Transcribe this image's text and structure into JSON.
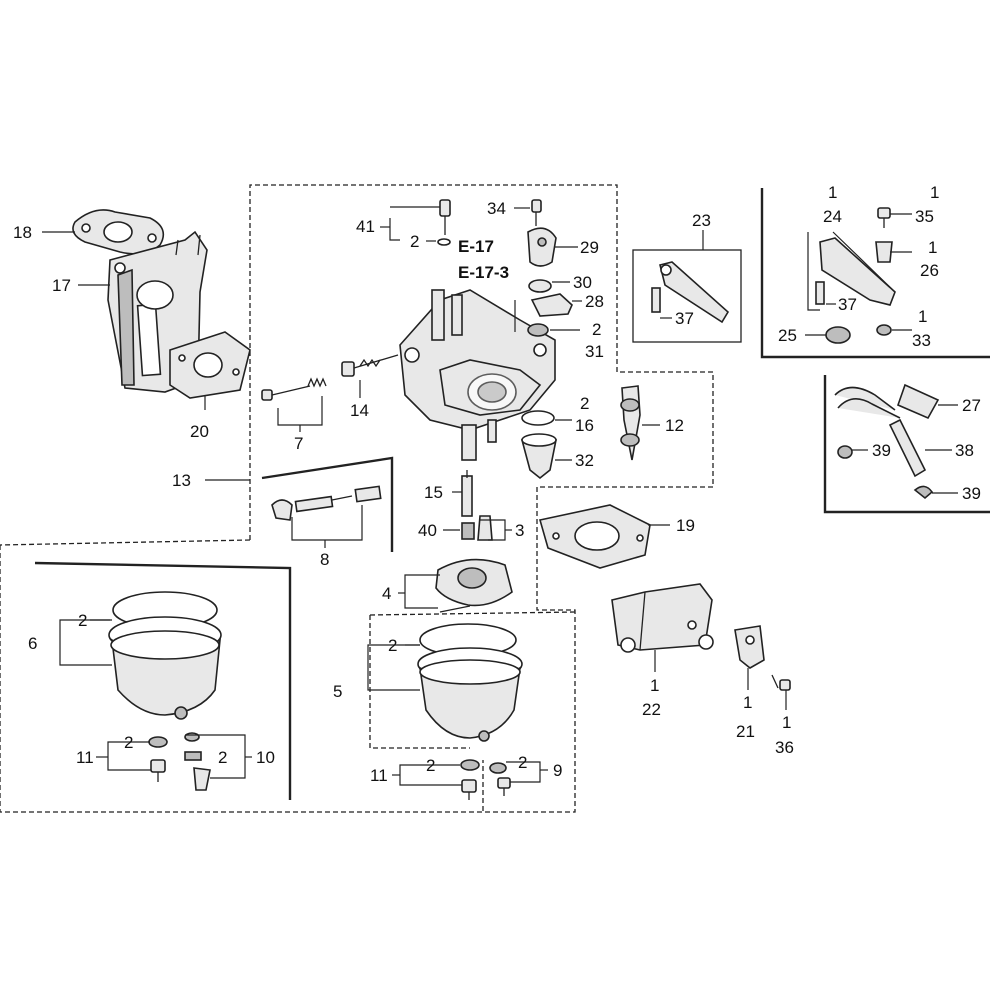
{
  "diagram": {
    "ref_codes": [
      "E-17",
      "E-17-3"
    ],
    "callouts": [
      {
        "id": "18",
        "label": "18"
      },
      {
        "id": "17",
        "label": "17"
      },
      {
        "id": "20",
        "label": "20"
      },
      {
        "id": "13",
        "label": "13"
      },
      {
        "id": "41",
        "label": "41"
      },
      {
        "id": "41q",
        "label": "2"
      },
      {
        "id": "34",
        "label": "34"
      },
      {
        "id": "29",
        "label": "29"
      },
      {
        "id": "30",
        "label": "30"
      },
      {
        "id": "28",
        "label": "28"
      },
      {
        "id": "31q",
        "label": "2"
      },
      {
        "id": "31",
        "label": "31"
      },
      {
        "id": "14",
        "label": "14"
      },
      {
        "id": "7",
        "label": "7"
      },
      {
        "id": "16q",
        "label": "2"
      },
      {
        "id": "16",
        "label": "16"
      },
      {
        "id": "12",
        "label": "12"
      },
      {
        "id": "32",
        "label": "32"
      },
      {
        "id": "15",
        "label": "15"
      },
      {
        "id": "40",
        "label": "40"
      },
      {
        "id": "3",
        "label": "3"
      },
      {
        "id": "8",
        "label": "8"
      },
      {
        "id": "4",
        "label": "4"
      },
      {
        "id": "23",
        "label": "23"
      },
      {
        "id": "37a",
        "label": "37"
      },
      {
        "id": "24q",
        "label": "1"
      },
      {
        "id": "24",
        "label": "24"
      },
      {
        "id": "35q",
        "label": "1"
      },
      {
        "id": "35",
        "label": "35"
      },
      {
        "id": "26q",
        "label": "1"
      },
      {
        "id": "26",
        "label": "26"
      },
      {
        "id": "37b",
        "label": "37"
      },
      {
        "id": "25",
        "label": "25"
      },
      {
        "id": "33q",
        "label": "1"
      },
      {
        "id": "33",
        "label": "33"
      },
      {
        "id": "27",
        "label": "27"
      },
      {
        "id": "39a",
        "label": "39"
      },
      {
        "id": "38",
        "label": "38"
      },
      {
        "id": "39b",
        "label": "39"
      },
      {
        "id": "19",
        "label": "19"
      },
      {
        "id": "6q",
        "label": "2"
      },
      {
        "id": "6",
        "label": "6"
      },
      {
        "id": "11aq",
        "label": "2"
      },
      {
        "id": "11a",
        "label": "11"
      },
      {
        "id": "10q",
        "label": "2"
      },
      {
        "id": "10",
        "label": "10"
      },
      {
        "id": "5q",
        "label": "2"
      },
      {
        "id": "5",
        "label": "5"
      },
      {
        "id": "11bq",
        "label": "2"
      },
      {
        "id": "11b",
        "label": "11"
      },
      {
        "id": "9q",
        "label": "2"
      },
      {
        "id": "9",
        "label": "9"
      },
      {
        "id": "22q",
        "label": "1"
      },
      {
        "id": "22",
        "label": "22"
      },
      {
        "id": "21q",
        "label": "1"
      },
      {
        "id": "21",
        "label": "21"
      },
      {
        "id": "36q",
        "label": "1"
      },
      {
        "id": "36",
        "label": "36"
      }
    ]
  }
}
